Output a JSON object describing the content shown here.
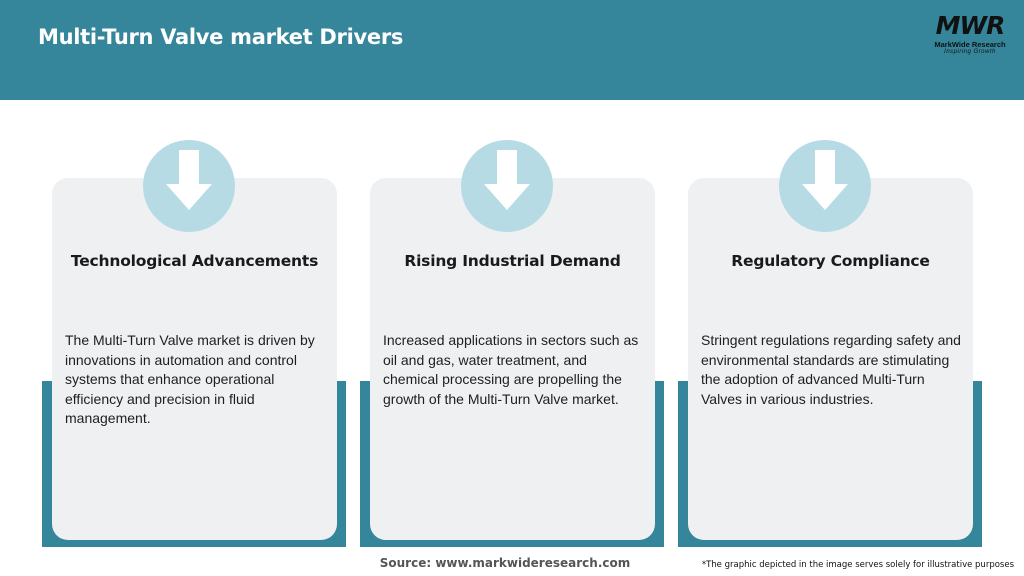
{
  "header": {
    "title": "Multi-Turn Valve market Drivers",
    "background_color": "#35869b"
  },
  "logo": {
    "mark": "MWR",
    "name": "MarkWide Research",
    "tagline": "Inspiring Growth"
  },
  "cards": [
    {
      "title": "Technological Advancements",
      "text": "The Multi-Turn Valve market is driven by innovations in automation and control systems that enhance operational efficiency and precision in fluid management.",
      "icon": "down-arrow-icon"
    },
    {
      "title": "Rising Industrial Demand",
      "text": "Increased applications in sectors such as oil and gas, water treatment, and chemical processing are propelling the growth of the Multi-Turn Valve market.",
      "icon": "down-arrow-icon"
    },
    {
      "title": "Regulatory Compliance",
      "text": "Stringent regulations regarding safety and environmental standards are stimulating the adoption of advanced Multi-Turn Valves in various industries.",
      "icon": "down-arrow-icon"
    }
  ],
  "footer": {
    "source": "Source: www.markwideresearch.com",
    "disclaimer": "*The graphic depicted in the image serves solely for illustrative purposes"
  },
  "colors": {
    "accent": "#35869b",
    "card_bg": "#eef0f2",
    "icon_circle": "#b7dbe5"
  }
}
